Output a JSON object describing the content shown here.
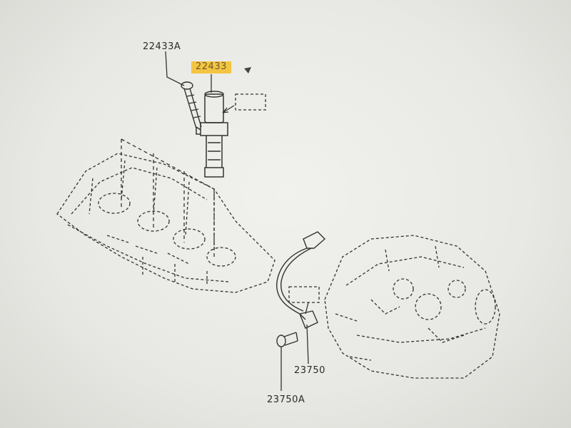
{
  "parts": {
    "bolt_coil": "22433A",
    "ignition_coil": "22433",
    "crank_sensor": "23750",
    "bolt_sensor": "23750A"
  },
  "colors": {
    "highlight": "#f4c542",
    "line": "#333333",
    "paper": "#ededea"
  }
}
